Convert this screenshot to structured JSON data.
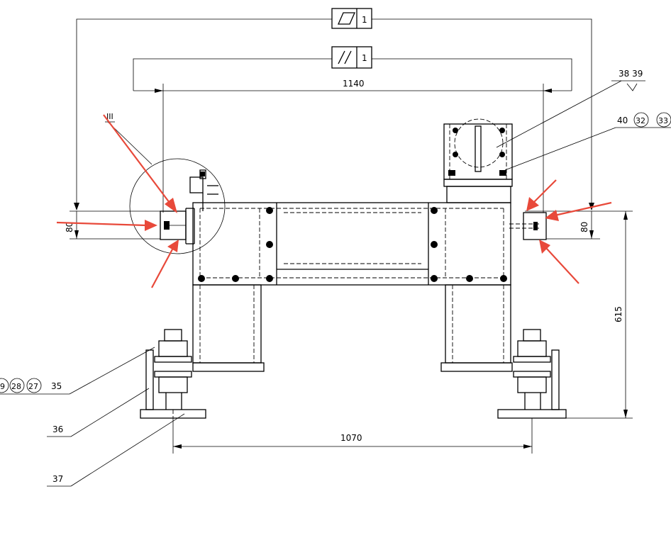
{
  "tolerances": {
    "flatness": {
      "symbol": "parallelogram-icon",
      "value": "1"
    },
    "parallelism": {
      "symbol": "parallel-icon",
      "value": "1"
    }
  },
  "dimensions": {
    "top_width": "1140",
    "bottom_width": "1070",
    "height": "615",
    "left_offset": "80",
    "right_offset": "80"
  },
  "detail_label": "III",
  "callouts": {
    "top_right_a": "38  39",
    "top_right_b": "40",
    "top_right_b_circles": [
      "32",
      "33"
    ],
    "left_group_circles": [
      "9",
      "28",
      "27"
    ],
    "left_group_text": "35",
    "left_36": "36",
    "left_37": "37"
  },
  "colors": {
    "arrows": "#e8493a",
    "lines": "#000000"
  }
}
